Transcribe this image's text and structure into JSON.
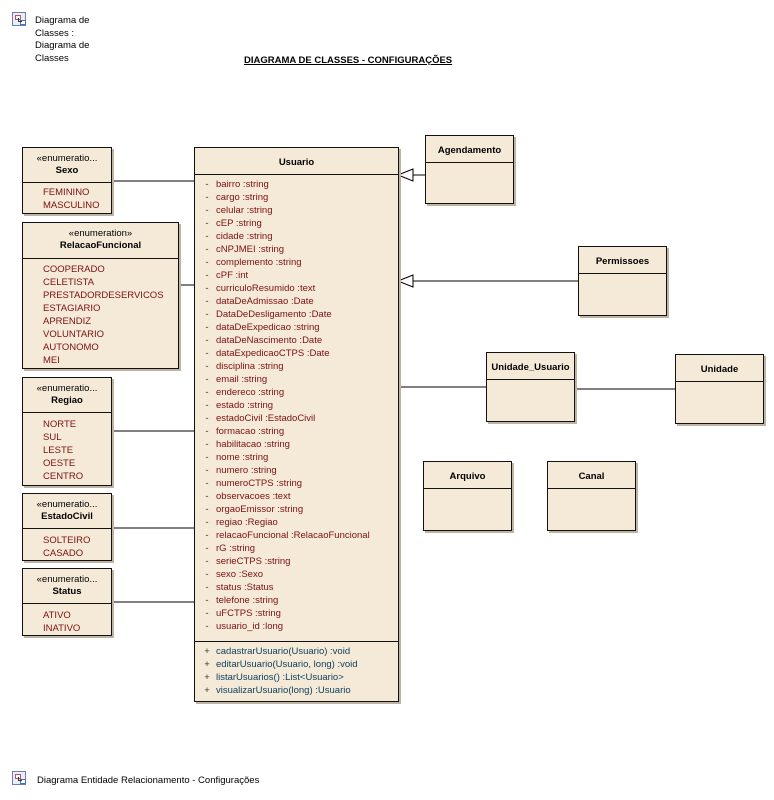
{
  "header": {
    "lines": [
      "Diagrama de",
      "Classes :",
      "Diagrama de",
      "Classes"
    ]
  },
  "title": "DIAGRAMA DE CLASSES - CONFIGURAÇÕES",
  "footer": {
    "label": "Diagrama Entidade Relacionamento - Configurações"
  },
  "classes": {
    "usuario": {
      "name": "Usuario",
      "attributes": [
        {
          "vis": "-",
          "text": "bairro  :string"
        },
        {
          "vis": "-",
          "text": "cargo  :string"
        },
        {
          "vis": "-",
          "text": "celular  :string"
        },
        {
          "vis": "-",
          "text": "cEP  :string"
        },
        {
          "vis": "-",
          "text": "cidade  :string"
        },
        {
          "vis": "-",
          "text": "cNPJMEI  :string"
        },
        {
          "vis": "-",
          "text": "complemento  :string"
        },
        {
          "vis": "-",
          "text": "cPF  :int"
        },
        {
          "vis": "-",
          "text": "curriculoResumido  :text"
        },
        {
          "vis": "-",
          "text": "dataDeAdmissao  :Date"
        },
        {
          "vis": "-",
          "text": "DataDeDesligamento  :Date"
        },
        {
          "vis": "-",
          "text": "dataDeExpedicao  :string"
        },
        {
          "vis": "-",
          "text": "dataDeNascimento  :Date"
        },
        {
          "vis": "-",
          "text": "dataExpedicaoCTPS  :Date"
        },
        {
          "vis": "-",
          "text": "disciplina  :string"
        },
        {
          "vis": "-",
          "text": "email  :string"
        },
        {
          "vis": "-",
          "text": "endereco  :string"
        },
        {
          "vis": "-",
          "text": "estado  :string"
        },
        {
          "vis": "-",
          "text": "estadoCivil  :EstadoCivil"
        },
        {
          "vis": "-",
          "text": "formacao  :string"
        },
        {
          "vis": "-",
          "text": "habilitacao  :string"
        },
        {
          "vis": "-",
          "text": "nome  :string"
        },
        {
          "vis": "-",
          "text": "numero  :string"
        },
        {
          "vis": "-",
          "text": "numeroCTPS  :string"
        },
        {
          "vis": "-",
          "text": "observacoes  :text"
        },
        {
          "vis": "-",
          "text": "orgaoEmissor  :string"
        },
        {
          "vis": "-",
          "text": "regiao  :Regiao"
        },
        {
          "vis": "-",
          "text": "relacaoFuncional  :RelacaoFuncional"
        },
        {
          "vis": "-",
          "text": "rG  :string"
        },
        {
          "vis": "-",
          "text": "serieCTPS  :string"
        },
        {
          "vis": "-",
          "text": "sexo  :Sexo"
        },
        {
          "vis": "-",
          "text": "status  :Status"
        },
        {
          "vis": "-",
          "text": "telefone  :string"
        },
        {
          "vis": "-",
          "text": "uFCTPS  :string"
        },
        {
          "vis": "-",
          "text": "usuario_id  :long"
        }
      ],
      "operations": [
        {
          "vis": "+",
          "text": "cadastrarUsuario(Usuario)  :void"
        },
        {
          "vis": "+",
          "text": "editarUsuario(Usuario, long)  :void"
        },
        {
          "vis": "+",
          "text": "listarUsuarios()  :List<Usuario>"
        },
        {
          "vis": "+",
          "text": "visualizarUsuario(long)  :Usuario"
        }
      ]
    },
    "agendamento": {
      "name": "Agendamento"
    },
    "permissoes": {
      "name": "Permissoes"
    },
    "unidade_usuario": {
      "name": "Unidade_Usuario"
    },
    "unidade": {
      "name": "Unidade"
    },
    "arquivo": {
      "name": "Arquivo"
    },
    "canal": {
      "name": "Canal"
    }
  },
  "enums": {
    "sexo": {
      "stereotype": "«enumeratio...",
      "name": "Sexo",
      "values": [
        "FEMININO",
        "MASCULINO"
      ]
    },
    "relacao": {
      "stereotype": "«enumeration»",
      "name": "RelacaoFuncional",
      "values": [
        "COOPERADO",
        "CELETISTA",
        "PRESTADORDESERVICOS",
        "ESTAGIARIO",
        "APRENDIZ",
        "VOLUNTARIO",
        "AUTONOMO",
        "MEI"
      ]
    },
    "regiao": {
      "stereotype": "«enumeratio...",
      "name": "Regiao",
      "values": [
        "NORTE",
        "SUL",
        "LESTE",
        "OESTE",
        "CENTRO"
      ]
    },
    "estadocivil": {
      "stereotype": "«enumeratio...",
      "name": "EstadoCivil",
      "values": [
        "SOLTEIRO",
        "CASADO"
      ]
    },
    "status": {
      "stereotype": "«enumeratio...",
      "name": "Status",
      "values": [
        "ATIVO",
        "INATIVO"
      ]
    }
  },
  "colors": {
    "class_fill": "#f5ead8",
    "attribute_text": "#7a1010",
    "operation_text": "#0b3d5a"
  }
}
